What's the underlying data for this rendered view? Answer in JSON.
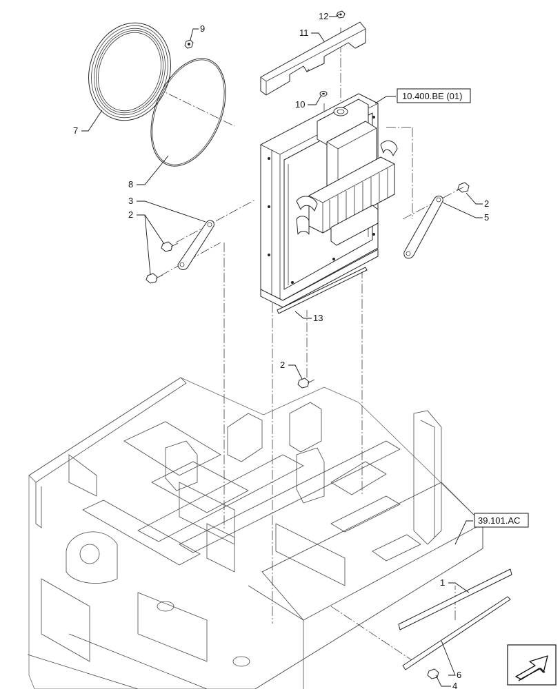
{
  "callouts": {
    "c1": "1",
    "c2a": "2",
    "c2b": "2",
    "c2c": "2",
    "c3": "3",
    "c4": "4",
    "c5": "5",
    "c6": "6",
    "c7": "7",
    "c8": "8",
    "c9": "9",
    "c10": "10",
    "c11": "11",
    "c12": "12",
    "c13": "13"
  },
  "references": {
    "radiator_group": "10.400.BE (01)",
    "frame_group": "39.101.AC"
  },
  "icons": {
    "navigation": "return-arrow-icon"
  },
  "colors": {
    "line": "#222222",
    "background": "#ffffff"
  }
}
